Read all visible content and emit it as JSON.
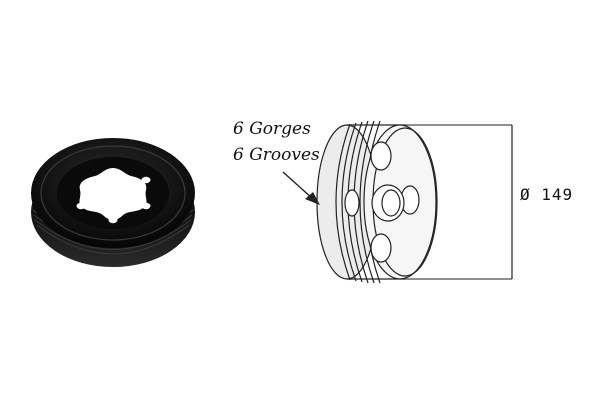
{
  "annotations": {
    "grooves_fr": "6 Gorges",
    "grooves_en": "6 Grooves",
    "diameter": "Ø 149"
  },
  "colors": {
    "line": "#222222",
    "rubber": "#141414",
    "rubber_highlight": "#3a3a3a",
    "drawing_fill": "#f4f4f4"
  }
}
